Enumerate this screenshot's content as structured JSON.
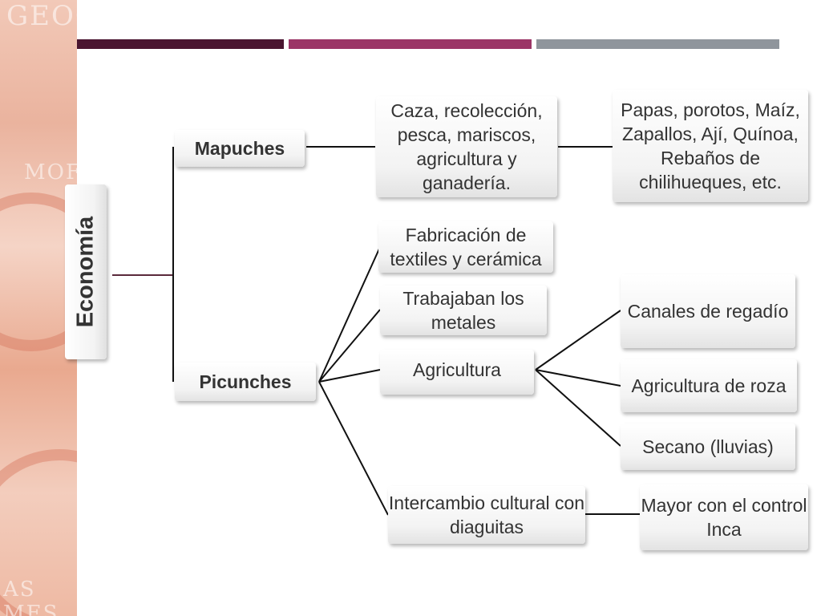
{
  "slide": {
    "accent_bars": [
      "#4a1530",
      "#9b3566",
      "#8f959c"
    ],
    "background_strip_text": [
      "GEOG",
      "MOF",
      "AS MES"
    ]
  },
  "diagram": {
    "root": "Economía",
    "mapuches": {
      "label": "Mapuches",
      "activities": "Caza, recolección, pesca, mariscos, agricultura y ganadería.",
      "products": "Papas, porotos, Maíz, Zapallos, Ají, Quínoa, Rebaños de chilihueques, etc."
    },
    "picunches": {
      "label": "Picunches",
      "items": [
        "Fabricación de textiles y cerámica",
        "Trabajaban los metales",
        "Agricultura",
        "Intercambio cultural con diaguitas"
      ],
      "agricultura_types": [
        "Canales de regadío",
        "Agricultura de roza",
        "Secano (lluvias)"
      ],
      "intercambio_detail": "Mayor con el control Inca"
    }
  }
}
